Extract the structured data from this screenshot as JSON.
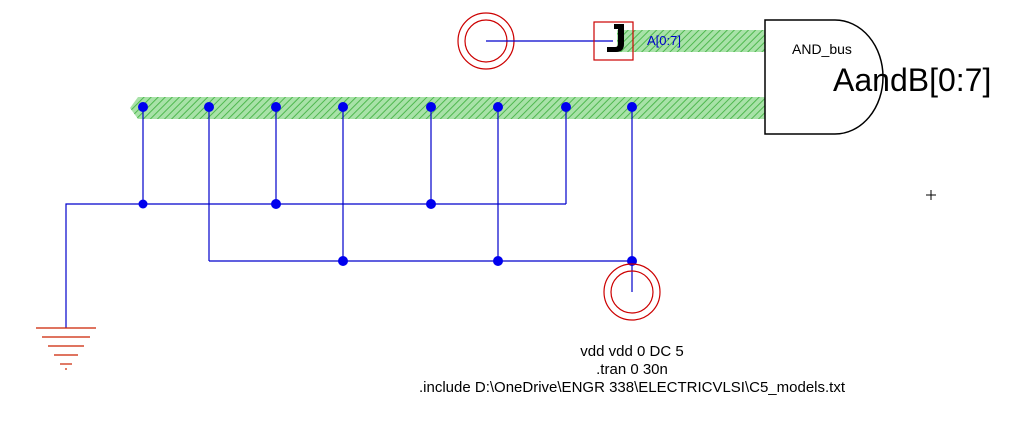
{
  "schematic": {
    "bus_a_label": "A[0:7]",
    "and_gate_label": "AND_bus",
    "output_label": "AandB[0:7]",
    "bus_b_bits": 8,
    "spice": [
      "vdd vdd 0 DC 5",
      ".tran 0 30n",
      ".include D:\\OneDrive\\ENGR 338\\ELECTRICVLSI\\C5_models.txt"
    ],
    "colors": {
      "bus": "#7fd07f",
      "bus_hatch": "#3fae3f",
      "wire": "#0000cc",
      "node": "#0000ee",
      "ground": "#cc2200",
      "export_ring": "#cc0000",
      "gate": "#000000"
    }
  }
}
